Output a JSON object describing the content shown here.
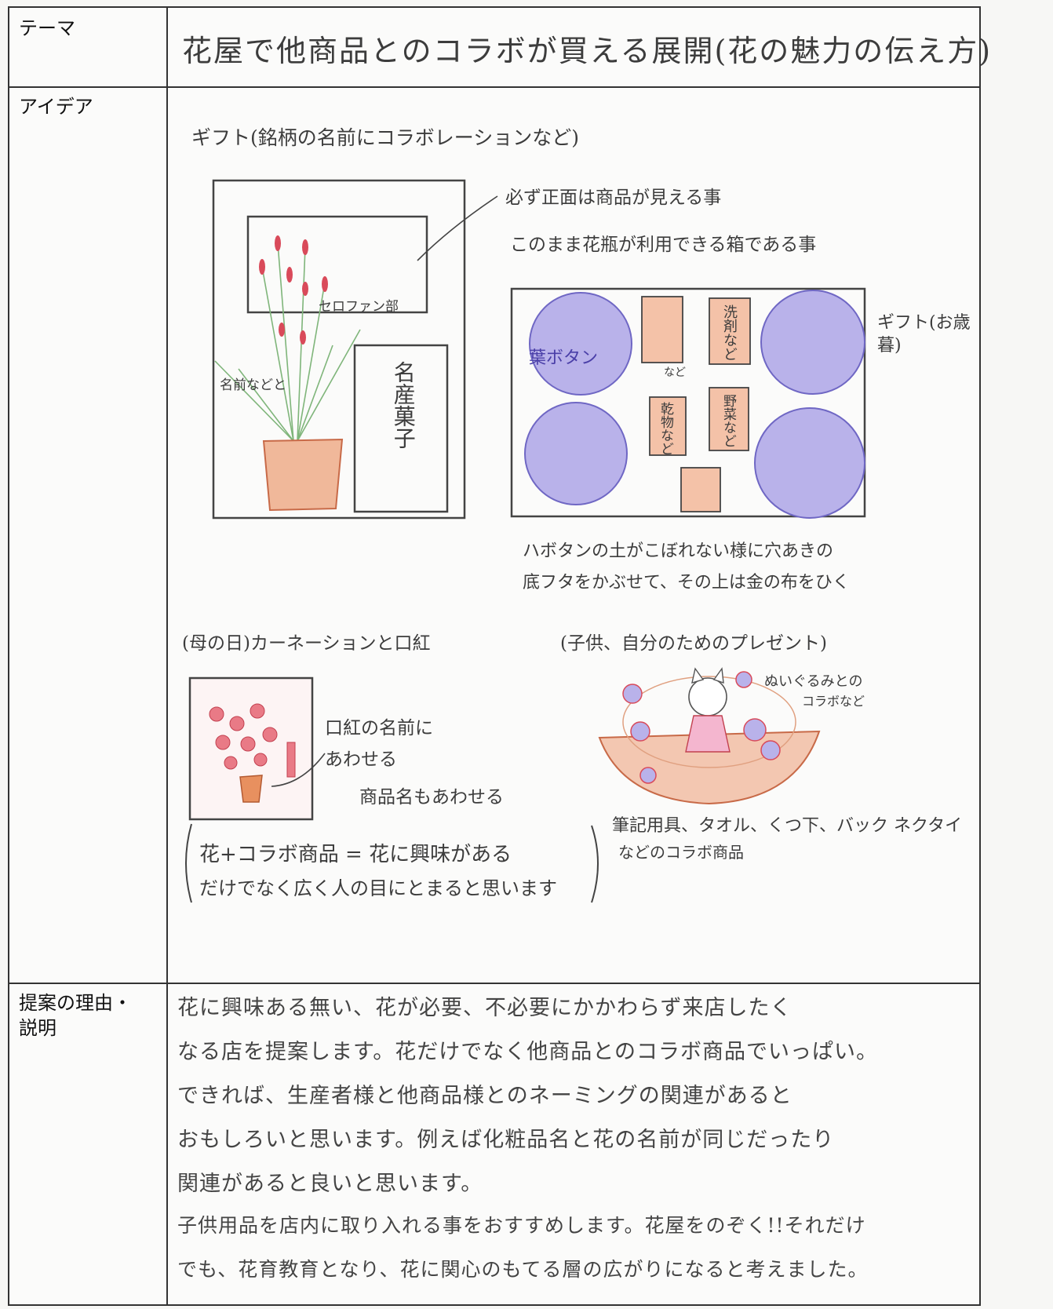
{
  "labels": {
    "theme": "テーマ",
    "idea": "アイデア",
    "reason": "提案の理由・\n説明"
  },
  "theme": {
    "text": "花屋で他商品とのコラボが買える展開(花の魅力の伝え方)"
  },
  "idea": {
    "gift_title": "ギフト(銘柄の名前にコラボレーションなど)",
    "box_note_1": "必ず正面は商品が見える事",
    "box_note_2": "このまま花瓶が利用できる箱である事",
    "cellophane": "セロファン部",
    "stem_label": "名前などと",
    "meisan": "名産菓子",
    "habotan": "葉ボタン",
    "small_nado": "など",
    "senzai": "洗剤など",
    "kanbutsu": "乾物など",
    "yasai": "野菜など",
    "gift_side": "ギフト(お歳暮)",
    "habotan_note_1": "ハボタンの土がこぼれない様に穴あきの",
    "habotan_note_2": "底フタをかぶせて、その上は金の布をひく",
    "mothers_day": "(母の日)カーネーションと口紅",
    "kids": "(子供、自分のためのプレゼント)",
    "lipstick_1": "口紅の名前に",
    "lipstick_2": "あわせる",
    "product_name": "商品名もあわせる",
    "nuigurumi_1": "ぬいぐるみとの",
    "nuigurumi_2": "コラボなど",
    "bracket_1": "花+コラボ商品 = 花に興味がある",
    "bracket_2": "だけでなく広く人の目にとまると思います",
    "collab_1": "筆記用具、タオル、くつ下、バック ネクタイ",
    "collab_2": "などのコラボ商品"
  },
  "reason": {
    "lines": [
      "花に興味ある無い、花が必要、不必要にかかわらず来店したく",
      "なる店を提案します。花だけでなく他商品とのコラボ商品でいっぱい。",
      "できれば、生産者様と他商品様とのネーミングの関連があると",
      "おもしろいと思います。例えば化粧品名と花の名前が同じだったり",
      "関連があると良いと思います。",
      "子供用品を店内に取り入れる事をおすすめします。花屋をのぞく!!それだけ",
      "でも、花育教育となり、花に関心のもてる層の広がりになると考えました。"
    ]
  },
  "colors": {
    "ink": "#3c3c3c",
    "purple": "#8f86d6",
    "orange": "#e08a63",
    "red": "#d94a5a",
    "green": "#7fb57a"
  }
}
